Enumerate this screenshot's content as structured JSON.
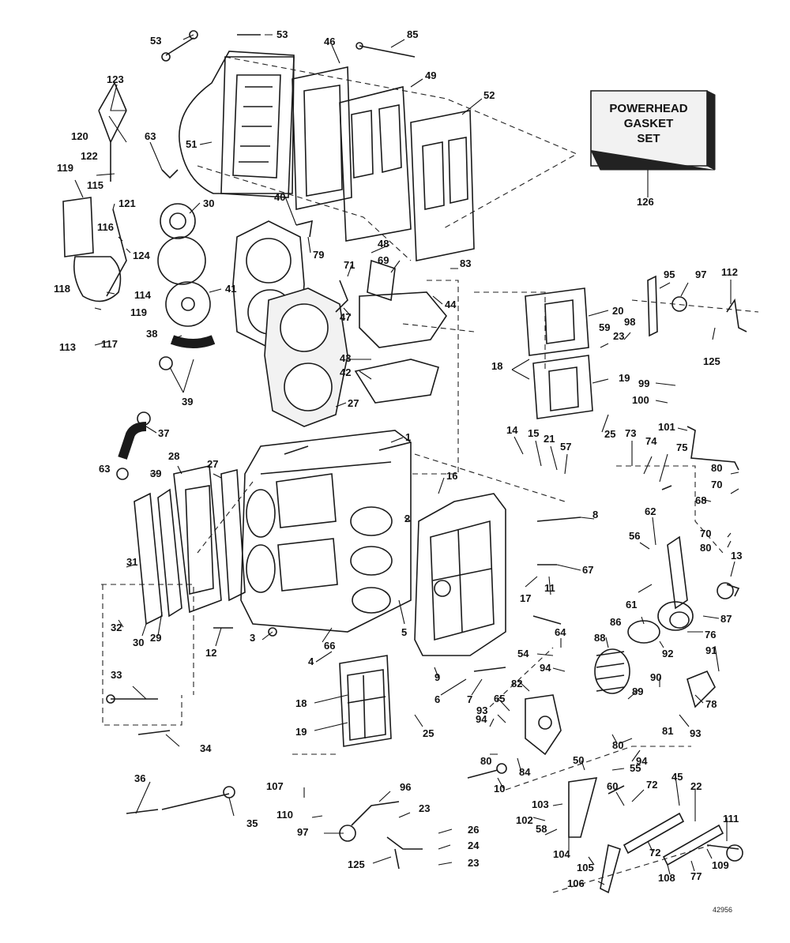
{
  "gasket_set_box": {
    "line1": "POWERHEAD",
    "line2": "GASKET",
    "line3": "SET"
  },
  "figure_ref": "42956",
  "callouts": [
    {
      "label": "53"
    },
    {
      "label": "53"
    },
    {
      "label": "46"
    },
    {
      "label": "85"
    },
    {
      "label": "49"
    },
    {
      "label": "52"
    },
    {
      "label": "123"
    },
    {
      "label": "51"
    },
    {
      "label": "63"
    },
    {
      "label": "120"
    },
    {
      "label": "122"
    },
    {
      "label": "119"
    },
    {
      "label": "121"
    },
    {
      "label": "115"
    },
    {
      "label": "30"
    },
    {
      "label": "116"
    },
    {
      "label": "124"
    },
    {
      "label": "118"
    },
    {
      "label": "114"
    },
    {
      "label": "41"
    },
    {
      "label": "119"
    },
    {
      "label": "113"
    },
    {
      "label": "117"
    },
    {
      "label": "40"
    },
    {
      "label": "79"
    },
    {
      "label": "48"
    },
    {
      "label": "71"
    },
    {
      "label": "69"
    },
    {
      "label": "83"
    },
    {
      "label": "44"
    },
    {
      "label": "47"
    },
    {
      "label": "38"
    },
    {
      "label": "43"
    },
    {
      "label": "42"
    },
    {
      "label": "39"
    },
    {
      "label": "27"
    },
    {
      "label": "37"
    },
    {
      "label": "1"
    },
    {
      "label": "63"
    },
    {
      "label": "39"
    },
    {
      "label": "28"
    },
    {
      "label": "27"
    },
    {
      "label": "16"
    },
    {
      "label": "2"
    },
    {
      "label": "31"
    },
    {
      "label": "32"
    },
    {
      "label": "30"
    },
    {
      "label": "29"
    },
    {
      "label": "12"
    },
    {
      "label": "3"
    },
    {
      "label": "66"
    },
    {
      "label": "5"
    },
    {
      "label": "4"
    },
    {
      "label": "33"
    },
    {
      "label": "18"
    },
    {
      "label": "19"
    },
    {
      "label": "25"
    },
    {
      "label": "34"
    },
    {
      "label": "36"
    },
    {
      "label": "107"
    },
    {
      "label": "96"
    },
    {
      "label": "110"
    },
    {
      "label": "35"
    },
    {
      "label": "97"
    },
    {
      "label": "23"
    },
    {
      "label": "26"
    },
    {
      "label": "24"
    },
    {
      "label": "125"
    },
    {
      "label": "23"
    },
    {
      "label": "126"
    },
    {
      "label": "95"
    },
    {
      "label": "97"
    },
    {
      "label": "112"
    },
    {
      "label": "20"
    },
    {
      "label": "98"
    },
    {
      "label": "59"
    },
    {
      "label": "23"
    },
    {
      "label": "18"
    },
    {
      "label": "19"
    },
    {
      "label": "125"
    },
    {
      "label": "99"
    },
    {
      "label": "100"
    },
    {
      "label": "25"
    },
    {
      "label": "101"
    },
    {
      "label": "14"
    },
    {
      "label": "15"
    },
    {
      "label": "21"
    },
    {
      "label": "57"
    },
    {
      "label": "73"
    },
    {
      "label": "74"
    },
    {
      "label": "75"
    },
    {
      "label": "80"
    },
    {
      "label": "70"
    },
    {
      "label": "68"
    },
    {
      "label": "8"
    },
    {
      "label": "62"
    },
    {
      "label": "70"
    },
    {
      "label": "56"
    },
    {
      "label": "80"
    },
    {
      "label": "67"
    },
    {
      "label": "13"
    },
    {
      "label": "17"
    },
    {
      "label": "11"
    },
    {
      "label": "61"
    },
    {
      "label": "87"
    },
    {
      "label": "86"
    },
    {
      "label": "76"
    },
    {
      "label": "64"
    },
    {
      "label": "54"
    },
    {
      "label": "88"
    },
    {
      "label": "92"
    },
    {
      "label": "91"
    },
    {
      "label": "94"
    },
    {
      "label": "90"
    },
    {
      "label": "9"
    },
    {
      "label": "6"
    },
    {
      "label": "7"
    },
    {
      "label": "82"
    },
    {
      "label": "78"
    },
    {
      "label": "89"
    },
    {
      "label": "65"
    },
    {
      "label": "93"
    },
    {
      "label": "94"
    },
    {
      "label": "93"
    },
    {
      "label": "81"
    },
    {
      "label": "80"
    },
    {
      "label": "80"
    },
    {
      "label": "94"
    },
    {
      "label": "84"
    },
    {
      "label": "50"
    },
    {
      "label": "55"
    },
    {
      "label": "10"
    },
    {
      "label": "45"
    },
    {
      "label": "60"
    },
    {
      "label": "72"
    },
    {
      "label": "22"
    },
    {
      "label": "103"
    },
    {
      "label": "102"
    },
    {
      "label": "58"
    },
    {
      "label": "111"
    },
    {
      "label": "104"
    },
    {
      "label": "72"
    },
    {
      "label": "105"
    },
    {
      "label": "109"
    },
    {
      "label": "77"
    },
    {
      "label": "108"
    },
    {
      "label": "106"
    }
  ]
}
